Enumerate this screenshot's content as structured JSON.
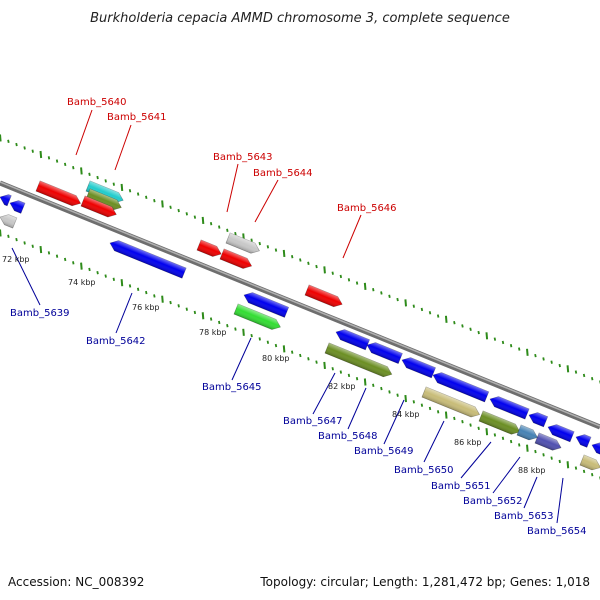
{
  "title": "Burkholderia cepacia AMMD chromosome 3, complete sequence",
  "accession": "Accession: NC_008392",
  "summary": "Topology: circular; Length: 1,281,472 bp; Genes: 1,018",
  "colors": {
    "backbone": "#8a8a8a",
    "tick": "#2e8b1a",
    "forward_label": "#cc0000",
    "reverse_label": "#000099",
    "gene_red": "#ee0000",
    "gene_blue": "#0000ee",
    "gene_green": "#33dd33",
    "gene_olive": "#6b8e23",
    "gene_khaki": "#c8bc78",
    "gene_gray": "#c8c8c8",
    "gene_cyan": "#22cccc",
    "gene_steel": "#4682b4",
    "gene_purple": "#5050b0"
  },
  "scale_labels": [
    "72 kbp",
    "74 kbp",
    "76 kbp",
    "78 kbp",
    "80 kbp",
    "82 kbp",
    "84 kbp",
    "86 kbp",
    "88 kbp"
  ],
  "forward_genes": [
    {
      "label": "Bamb_5640",
      "color": "gene_red"
    },
    {
      "label": "Bamb_5641",
      "color": "gene_red"
    },
    {
      "label": "Bamb_5643",
      "color": "gene_red"
    },
    {
      "label": "Bamb_5644",
      "color": "gene_gray"
    },
    {
      "label": "Bamb_5646",
      "color": "gene_red"
    }
  ],
  "reverse_genes": [
    {
      "label": "Bamb_5639",
      "color": "gene_gray"
    },
    {
      "label": "Bamb_5642",
      "color": "gene_blue"
    },
    {
      "label": "Bamb_5645",
      "color": "gene_green"
    },
    {
      "label": "Bamb_5647",
      "color": "gene_olive"
    },
    {
      "label": "Bamb_5648",
      "color": "gene_blue"
    },
    {
      "label": "Bamb_5649",
      "color": "gene_blue"
    },
    {
      "label": "Bamb_5650",
      "color": "gene_khaki"
    },
    {
      "label": "Bamb_5651",
      "color": "gene_olive"
    },
    {
      "label": "Bamb_5652",
      "color": "gene_steel"
    },
    {
      "label": "Bamb_5653",
      "color": "gene_purple"
    },
    {
      "label": "Bamb_5654",
      "color": "gene_blue"
    }
  ]
}
